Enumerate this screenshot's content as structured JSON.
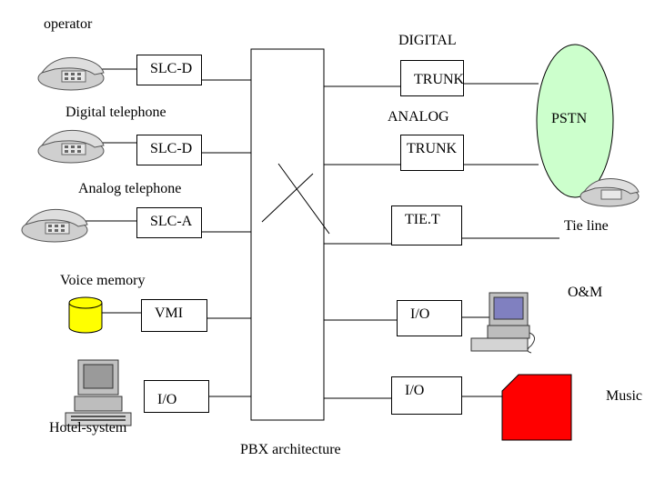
{
  "labels": {
    "operator": "operator",
    "digital_telephone": "Digital telephone",
    "analog_telephone": "Analog telephone",
    "voice_memory": "Voice memory",
    "hotel_system": "Hotel-system",
    "digital": "DIGITAL",
    "analog": "ANALOG",
    "pstn": "PSTN",
    "tie_line": "Tie line",
    "om": "O&M",
    "music": "Music",
    "caption": "PBX architecture"
  },
  "left_modules": [
    "SLC-D",
    "SLC-D",
    "SLC-A",
    "VMI",
    "I/O"
  ],
  "right_modules": [
    "TRUNK",
    "TRUNK",
    "TIE.T",
    "I/O",
    "I/O"
  ],
  "colors": {
    "pstn_fill": "#ccffcc",
    "music_fill": "#ff0000",
    "voice_memory_fill": "#ffff00",
    "line": "#000000"
  },
  "icons": [
    "telephone-icon",
    "database-cylinder-icon",
    "computer-terminal-icon",
    "music-device-icon"
  ]
}
